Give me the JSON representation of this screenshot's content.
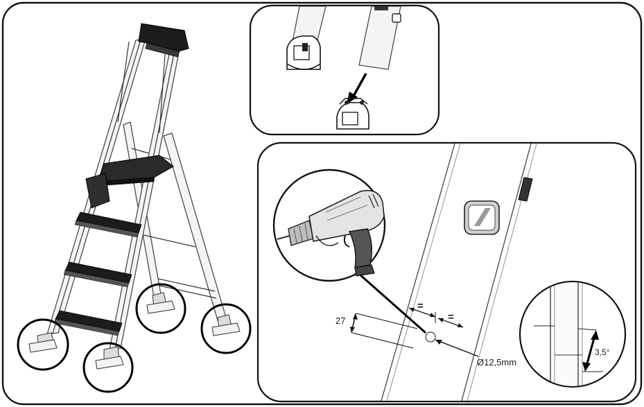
{
  "diagram": {
    "labels": {
      "depth": "27",
      "hole_diameter": "Ø12,5mm",
      "equal_left": "=",
      "equal_right": "=",
      "angle": "3,5°"
    },
    "colors": {
      "outline": "#111111",
      "step_dark": "#1c1c1c",
      "rail": "#4a4a4a",
      "fill_light": "#f4f4f4"
    }
  }
}
